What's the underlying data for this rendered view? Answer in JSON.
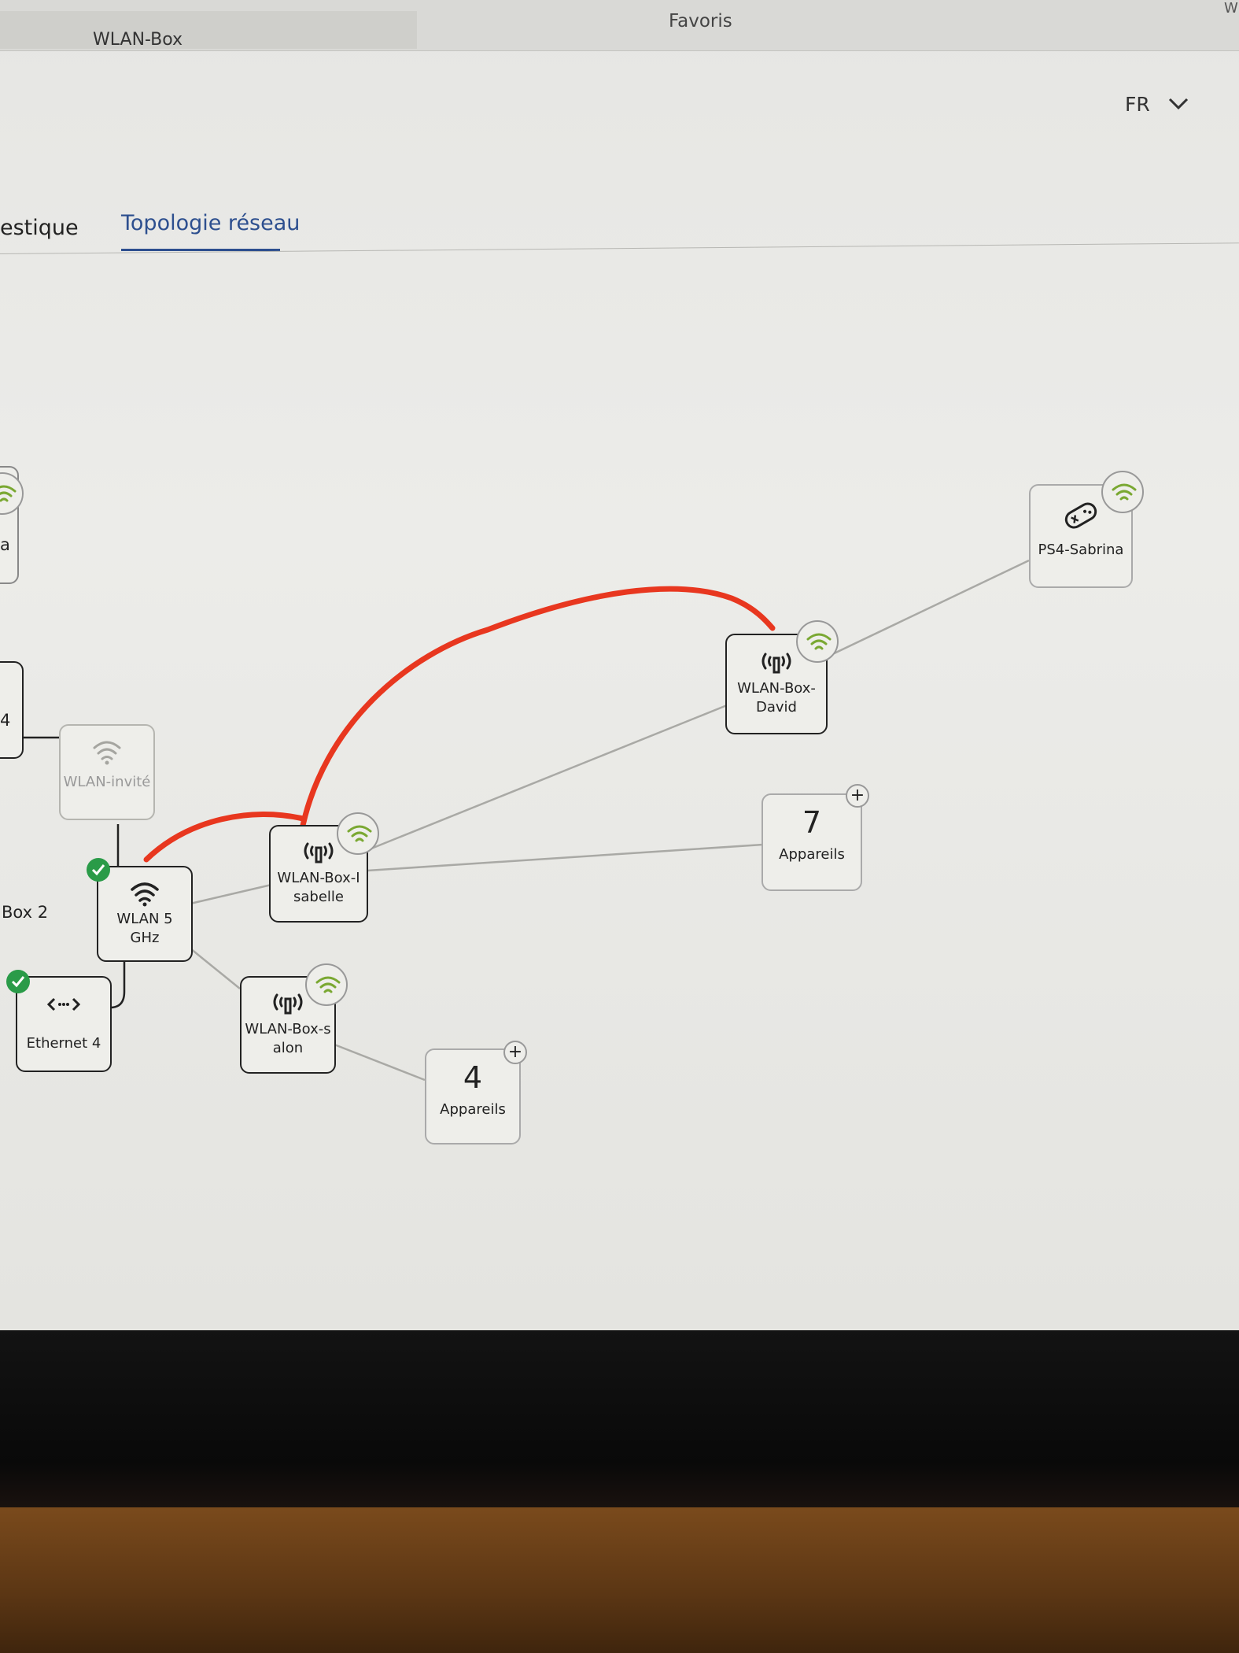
{
  "browser": {
    "tab_title": "WLAN-Box",
    "favorites_label": "Favoris",
    "edge_char": "W"
  },
  "header": {
    "language": "FR"
  },
  "nav": {
    "tabs": [
      {
        "label": "estique"
      },
      {
        "label": "Topologie réseau"
      }
    ]
  },
  "side_labels": {
    "top": "a",
    "mid": "4",
    "box": "Box 2"
  },
  "nodes": {
    "wlan_invite": {
      "label": "WLAN-invité"
    },
    "wlan5": {
      "label_1": "WLAN 5",
      "label_2": "GHz"
    },
    "ethernet4": {
      "label": "Ethernet 4"
    },
    "isabelle": {
      "label_1": "WLAN-Box-I",
      "label_2": "sabelle"
    },
    "salon": {
      "label_1": "WLAN-Box-s",
      "label_2": "alon"
    },
    "david": {
      "label_1": "WLAN-Box-",
      "label_2": "David"
    },
    "ps4": {
      "label": "PS4-Sabrina"
    },
    "devices_7": {
      "count": "7",
      "label": "Appareils"
    },
    "devices_4": {
      "count": "4",
      "label": "Appareils"
    }
  },
  "icons": {
    "wifi": "wifi-icon",
    "repeater": "repeater-icon",
    "gamepad": "gamepad-icon",
    "ethernet": "ethernet-icon",
    "check": "check-icon",
    "plus": "plus-icon",
    "chevron": "chevron-down-icon"
  },
  "colors": {
    "accent": "#2d4f8f",
    "signal_green": "#7aa832",
    "check_green": "#2a9b48",
    "annotation_red": "#e8371f"
  }
}
